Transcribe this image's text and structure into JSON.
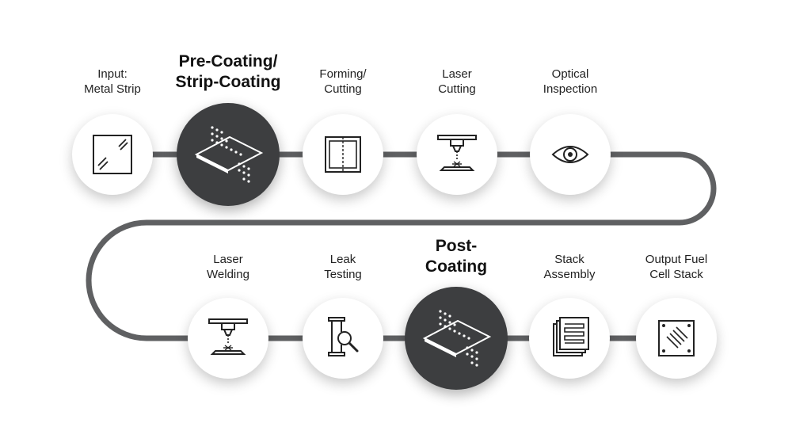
{
  "steps": [
    {
      "id": "input",
      "line1": "Input:",
      "line2": "Metal Strip",
      "icon": "metal-sheet-icon",
      "emphasis": false
    },
    {
      "id": "pre-coating",
      "line1": "Pre-Coating/",
      "line2": "Strip-Coating",
      "icon": "coating-sheet-icon",
      "emphasis": true
    },
    {
      "id": "forming",
      "line1": "Forming/",
      "line2": "Cutting",
      "icon": "forming-die-icon",
      "emphasis": false
    },
    {
      "id": "laser-cutting",
      "line1": "Laser",
      "line2": "Cutting",
      "icon": "laser-head-icon",
      "emphasis": false
    },
    {
      "id": "optical",
      "line1": "Optical",
      "line2": "Inspection",
      "icon": "eye-icon",
      "emphasis": false
    },
    {
      "id": "laser-welding",
      "line1": "Laser",
      "line2": "Welding",
      "icon": "laser-head-icon",
      "emphasis": false
    },
    {
      "id": "leak",
      "line1": "Leak",
      "line2": "Testing",
      "icon": "magnifier-tube-icon",
      "emphasis": false
    },
    {
      "id": "post-coating",
      "line1": "Post-",
      "line2": "Coating",
      "icon": "coating-sheet-icon",
      "emphasis": true
    },
    {
      "id": "stack-assembly",
      "line1": "Stack",
      "line2": "Assembly",
      "icon": "stacked-plates-icon",
      "emphasis": false
    },
    {
      "id": "output",
      "line1": "Output Fuel",
      "line2": "Cell Stack",
      "icon": "fuel-cell-plate-icon",
      "emphasis": false
    }
  ],
  "colors": {
    "track": "#5f6062",
    "dark_node": "#3d3e40",
    "light_node": "#ffffff",
    "icon_stroke": "#222222",
    "icon_stroke_on_dark": "#ffffff"
  }
}
